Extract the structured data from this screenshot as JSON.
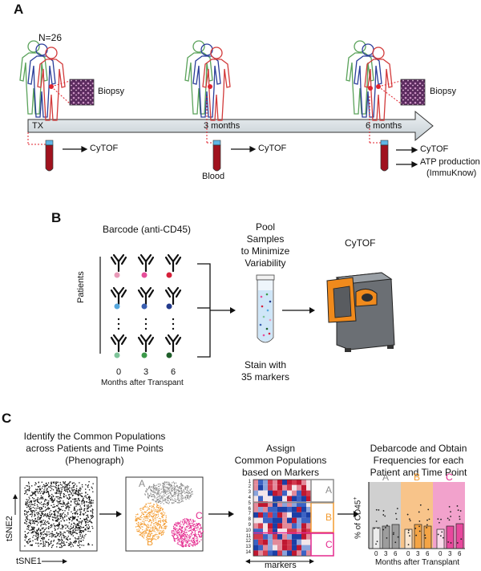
{
  "panel_a": {
    "letter": "A",
    "n_label": "N=26",
    "biopsy_label_1": "Biopsy",
    "biopsy_label_2": "Biopsy",
    "tx_label": "TX",
    "t3_label": "3 months",
    "t6_label": "6 months",
    "cytof_1": "CyTOF",
    "cytof_2": "CyTOF",
    "cytof_3": "CyTOF",
    "blood_label": "Blood",
    "atp_line1": "ATP production",
    "atp_line2": "(ImmuKnow)"
  },
  "panel_b": {
    "letter": "B",
    "barcode_label": "Barcode (anti-CD45)",
    "patients_label": "Patients",
    "months": [
      "0",
      "3",
      "6"
    ],
    "months_caption": "Months after Transpant",
    "pool_lines": [
      "Pool",
      "Samples",
      "to Minimize",
      "Variability"
    ],
    "stain_lines": [
      "Stain with",
      "35 markers"
    ],
    "cytof_title": "CyTOF",
    "dot_colors": [
      "#e89ab8",
      "#e64e9a",
      "#d6203a",
      "#56a7dd",
      "#3a5fb0",
      "#233a8c",
      "#7fc49a",
      "#3c9a4a",
      "#1f5e2a"
    ]
  },
  "panel_c": {
    "letter": "C",
    "step1_lines": [
      "Identify the Common Populations",
      "across Patients and Time Points",
      "(Phenograph)"
    ],
    "step2_lines": [
      "Assign",
      "Common Populations",
      "based on Markers"
    ],
    "step3_lines": [
      "Debarcode and Obtain",
      "Frequencies for each",
      "Patient and Time Point"
    ],
    "tsne_y": "tSNE2",
    "tsne_x": "tSNE1",
    "cluster_labels": [
      "A",
      "B",
      "C"
    ],
    "cluster_numbers": [
      "1",
      "2",
      "3",
      "4",
      "5",
      "6",
      "7",
      "8",
      "9",
      "10",
      "11",
      "12",
      "13",
      "14"
    ],
    "heatmap_rows": [
      "1",
      "2",
      "3",
      "4",
      "5",
      "6",
      "7",
      "8",
      "9",
      "10",
      "11",
      "12",
      "13",
      "14"
    ],
    "heatmap_group_labels": [
      "A",
      "B",
      "C"
    ],
    "markers_label": "markers",
    "bar_ylabel": "% of CD45",
    "bar_ylabel_sup": "+",
    "bar_group_labels": [
      "A",
      "B",
      "C"
    ],
    "bar_ticks": [
      "0",
      "3",
      "6",
      "0",
      "3",
      "6",
      "0",
      "3",
      "6"
    ],
    "bar_xlabel": "Months after Transplant",
    "colors": {
      "group_a": "#8c8c8c",
      "group_b": "#f39a2e",
      "group_c": "#e4298e"
    }
  }
}
